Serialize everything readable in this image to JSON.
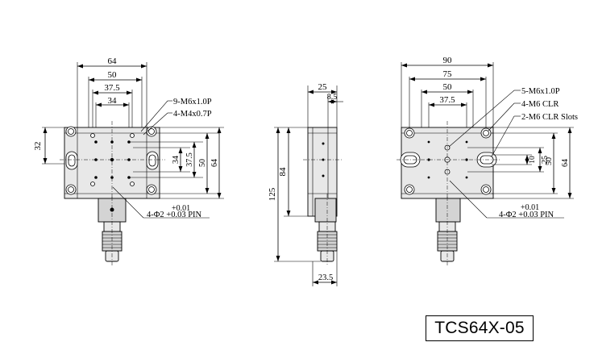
{
  "model": "TCS64X-05",
  "left_view": {
    "dims": {
      "w64": "64",
      "w50": "50",
      "w37_5": "37.5",
      "w34": "34",
      "h32": "32",
      "v34": "34",
      "v37_5": "37.5",
      "v50": "50",
      "v64": "64"
    },
    "callouts": {
      "holes_a": "9-M6x1.0P",
      "holes_b": "4-M4x0.7P",
      "pin_tol_top": "+0.01",
      "pin_label": "4-Φ2 +0.03 PIN"
    }
  },
  "side_view": {
    "dims": {
      "t25": "25",
      "t8_5": "8.5",
      "h84": "84",
      "h125": "125",
      "b23_5": "23.5"
    }
  },
  "right_view": {
    "dims": {
      "w90": "90",
      "w75": "75",
      "w50": "50",
      "w37_5": "37.5",
      "v10": "10",
      "v25": "25",
      "v50": "50",
      "v64": "64"
    },
    "callouts": {
      "holes_a": "5-M6x1.0P",
      "holes_b": "4-M6 CLR",
      "slots": "2-M6 CLR Slots",
      "pin_tol_top": "+0.01",
      "pin_label": "4-Φ2 +0.03 PIN"
    }
  }
}
